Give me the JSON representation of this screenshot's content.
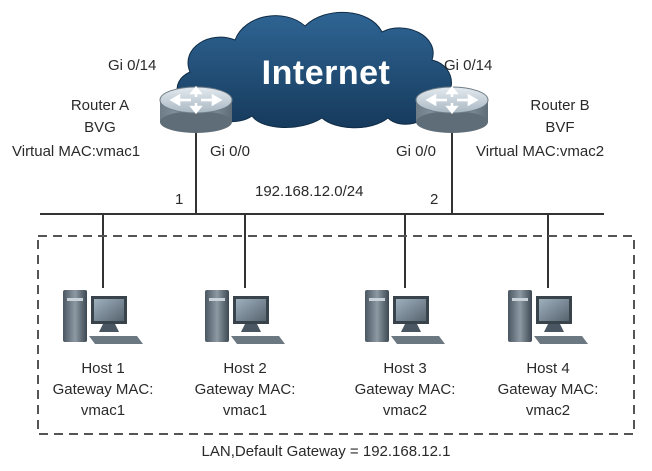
{
  "internet_label": "Internet",
  "router_a": {
    "uplink_port": "Gi 0/14",
    "name": "Router A",
    "role": "BVG",
    "virtual_mac": "Virtual MAC:vmac1",
    "lan_port": "Gi 0/0",
    "link_number": "1"
  },
  "router_b": {
    "uplink_port": "Gi 0/14",
    "name": "Router B",
    "role": "BVF",
    "virtual_mac": "Virtual MAC:vmac2",
    "lan_port": "Gi 0/0",
    "link_number": "2"
  },
  "subnet_label": "192.168.12.0/24",
  "hosts": [
    {
      "name": "Host 1",
      "gateway_label": "Gateway MAC:",
      "gateway_mac": "vmac1"
    },
    {
      "name": "Host 2",
      "gateway_label": "Gateway MAC:",
      "gateway_mac": "vmac1"
    },
    {
      "name": "Host 3",
      "gateway_label": "Gateway MAC:",
      "gateway_mac": "vmac2"
    },
    {
      "name": "Host 4",
      "gateway_label": "Gateway MAC:",
      "gateway_mac": "vmac2"
    }
  ],
  "lan_caption": "LAN,Default Gateway = 192.168.12.1",
  "colors": {
    "cloud": "#1f4e79",
    "router_top": "#c8d3dc",
    "router_side": "#7f8e99",
    "line": "#333333",
    "lan_box": "#555555"
  }
}
